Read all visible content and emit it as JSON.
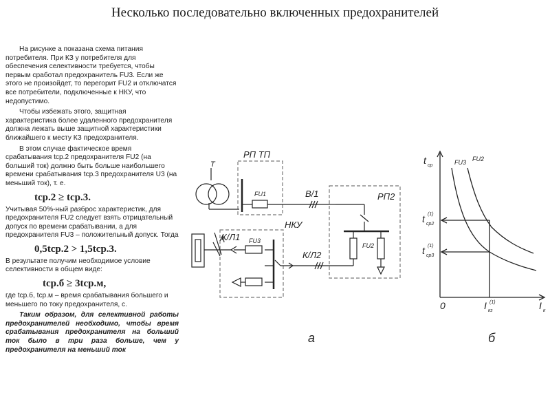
{
  "title": "Несколько последовательно включенных предохранителей",
  "text": {
    "p1": "На рисунке а показана схема питания потребителя. При КЗ у потребителя для обеспечения селективности требуется, чтобы первым сработал предохранитель FU3. Если же этого не произойдет, то перегорит FU2 и отключатся все потребители, подключенные к НКУ, что недопустимо.",
    "p2": "Чтобы избежать этого, защитная характеристика более удаленного предохранителя должна лежать выше защитной характеристики ближайшего к месту КЗ предохранителя.",
    "p3": "В этом случае фактическое время срабатывания tср.2 предохранителя FU2 (на больший ток) должно быть больше наибольшего времени срабатывания tср.3 предохранителя U3 (на меньший ток), т. е.",
    "f1": "tср.2 ≥ tср.3.",
    "p4": "Учитывая 50%-ный разброс характеристик, для предохранителя FU2 следует взять отрицательный допуск по времени срабатывании, а для предохранителя FU3 – положительный допуск. Тогда",
    "f2": "0,5tср.2 > 1,5tср.3.",
    "p5": "В результате получим необходимое условие селективности в общем виде:",
    "f3": "tср.б ≥ 3tср.м,",
    "p6": "где tср.б, tср.м – время срабатывания большего и меньшего по току предохранителя, с.",
    "p7": "Таким образом, для селективной работы предохранителей необходимо, чтобы время срабатывания предохранителя на больший ток было в три раза больше, чем у предохранителя на меньший ток"
  },
  "diagram_a": {
    "T": "Т",
    "rp_tp": "РП ТП",
    "fu1": "FU1",
    "vl": "В/1",
    "rp2": "РП2",
    "nku": "НКУ",
    "kl1": "К/Л1",
    "fu3": "FU3",
    "kl2": "К/Л2",
    "fu2": "FU2",
    "caption": "а"
  },
  "diagram_b": {
    "y_axis": "t",
    "y_sub": "ср",
    "fu3": "FU3",
    "fu2": "FU2",
    "t_cp2": "t",
    "t_cp2_sub": "ср2",
    "t_cp2_sup": "(1)",
    "t_cp3": "t",
    "t_cp3_sub": "ср3",
    "t_cp3_sup": "(1)",
    "origin": "0",
    "ik": "I",
    "ik_sub": "кз",
    "ik_sup": "(1)",
    "x_axis": "I",
    "x_sub": "к",
    "caption": "б"
  }
}
